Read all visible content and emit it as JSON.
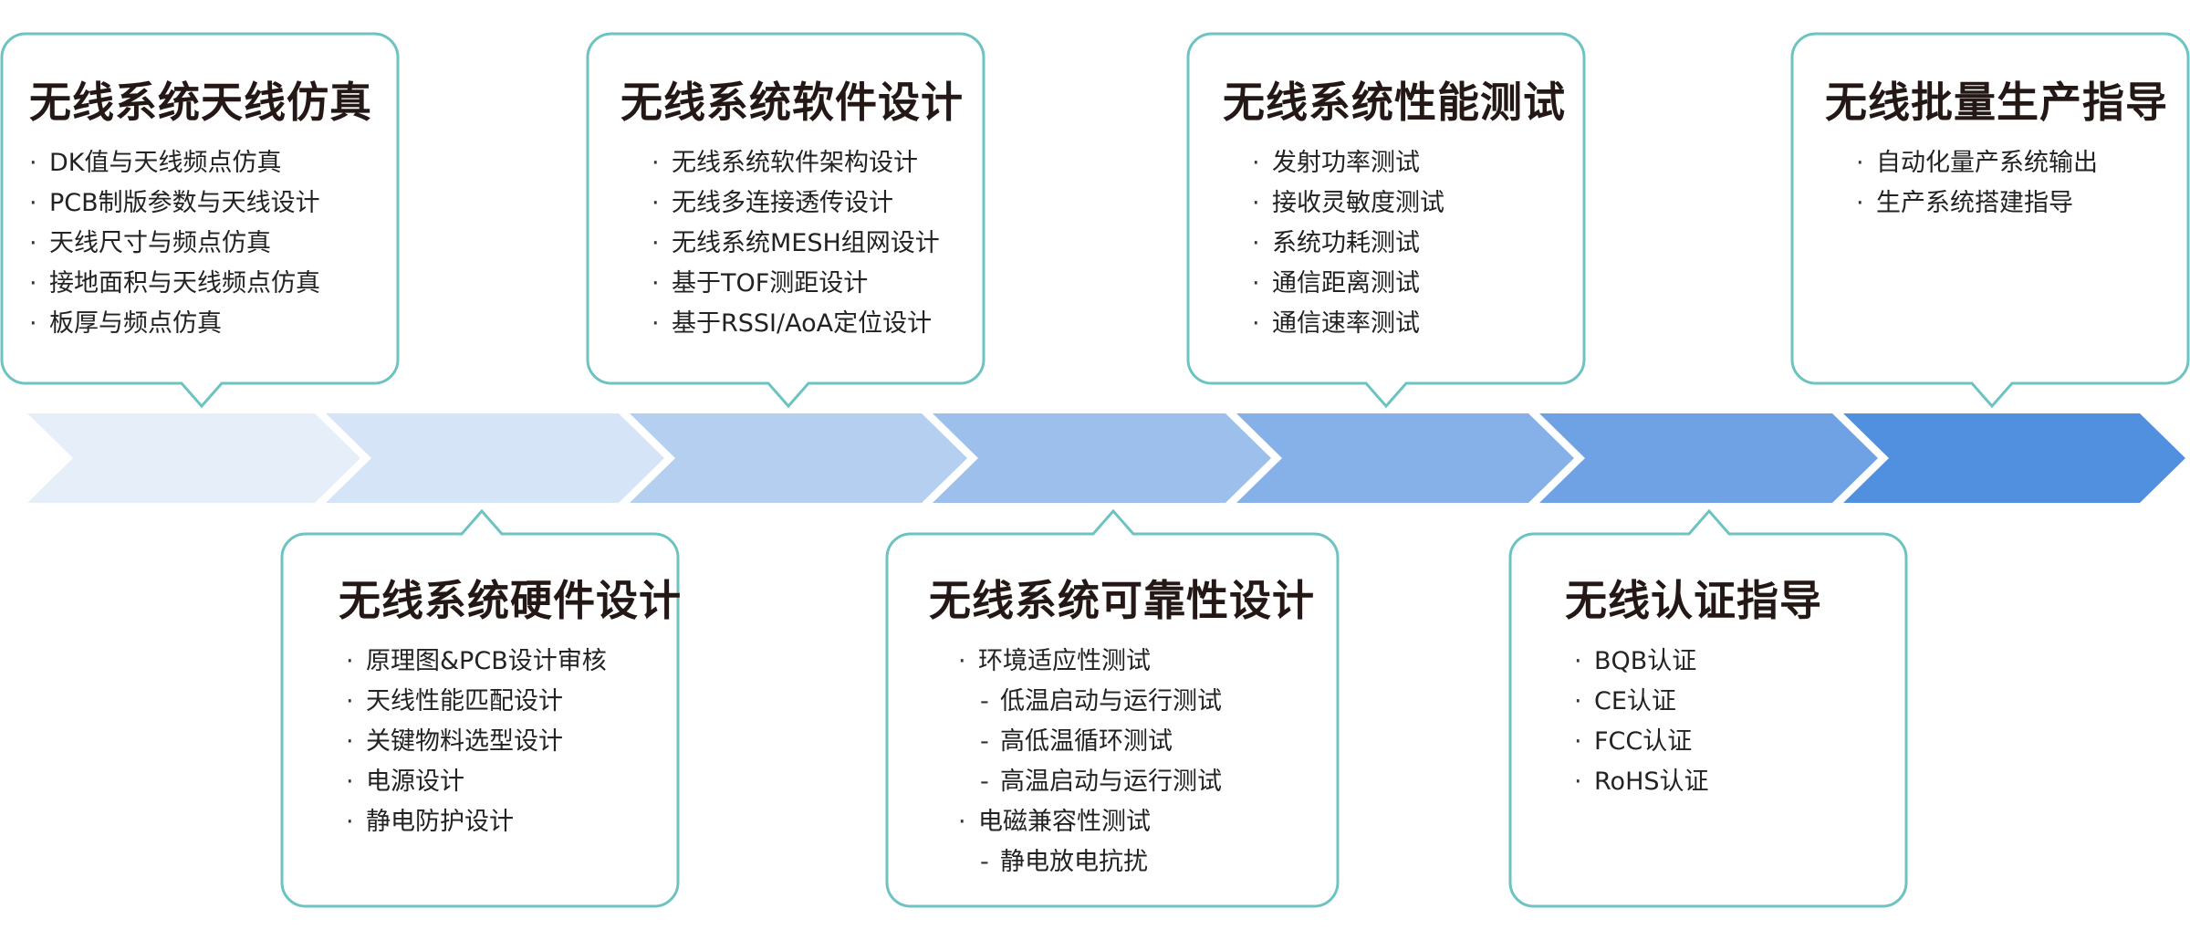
{
  "colors": {
    "card_border": "#6cc3c1",
    "arrows": [
      "#e6eef9",
      "#d6e4f7",
      "#b5cff1",
      "#9dbfec",
      "#86b0e8",
      "#6ea2e5",
      "#5090df"
    ]
  },
  "cards_top": [
    {
      "title": "无线系统天线仿真",
      "items": [
        {
          "bullet": "·",
          "text": "DK值与天线频点仿真"
        },
        {
          "bullet": "·",
          "text": "PCB制版参数与天线设计"
        },
        {
          "bullet": "·",
          "text": "天线尺寸与频点仿真"
        },
        {
          "bullet": "·",
          "text": "接地面积与天线频点仿真"
        },
        {
          "bullet": "·",
          "text": "板厚与频点仿真"
        }
      ]
    },
    {
      "title": "无线系统软件设计",
      "items": [
        {
          "bullet": "·",
          "text": "无线系统软件架构设计"
        },
        {
          "bullet": "·",
          "text": "无线多连接透传设计"
        },
        {
          "bullet": "·",
          "text": "无线系统MESH组网设计"
        },
        {
          "bullet": "·",
          "text": "基于TOF测距设计"
        },
        {
          "bullet": "·",
          "text": "基于RSSI/AoA定位设计"
        }
      ]
    },
    {
      "title": "无线系统性能测试",
      "items": [
        {
          "bullet": "·",
          "text": "发射功率测试"
        },
        {
          "bullet": "·",
          "text": "接收灵敏度测试"
        },
        {
          "bullet": "·",
          "text": "系统功耗测试"
        },
        {
          "bullet": "·",
          "text": "通信距离测试"
        },
        {
          "bullet": "·",
          "text": "通信速率测试"
        }
      ]
    },
    {
      "title": "无线批量生产指导",
      "items": [
        {
          "bullet": "·",
          "text": "自动化量产系统输出"
        },
        {
          "bullet": "·",
          "text": "生产系统搭建指导"
        }
      ]
    }
  ],
  "cards_bottom": [
    {
      "title": "无线系统硬件设计",
      "items": [
        {
          "bullet": "·",
          "text": "原理图&PCB设计审核"
        },
        {
          "bullet": "·",
          "text": "天线性能匹配设计"
        },
        {
          "bullet": "·",
          "text": "关键物料选型设计"
        },
        {
          "bullet": "·",
          "text": "电源设计"
        },
        {
          "bullet": "·",
          "text": "静电防护设计"
        }
      ]
    },
    {
      "title": "无线系统可靠性设计",
      "items": [
        {
          "bullet": "·",
          "text": "环境适应性测试"
        },
        {
          "bullet": "-",
          "text": "低温启动与运行测试"
        },
        {
          "bullet": "-",
          "text": "高低温循环测试"
        },
        {
          "bullet": "-",
          "text": "高温启动与运行测试"
        },
        {
          "bullet": "·",
          "text": "电磁兼容性测试"
        },
        {
          "bullet": "-",
          "text": "静电放电抗扰"
        }
      ]
    },
    {
      "title": "无线认证指导",
      "items": [
        {
          "bullet": "·",
          "text": "BQB认证"
        },
        {
          "bullet": "·",
          "text": "CE认证"
        },
        {
          "bullet": "·",
          "text": "FCC认证"
        },
        {
          "bullet": "·",
          "text": "RoHS认证"
        }
      ]
    }
  ]
}
